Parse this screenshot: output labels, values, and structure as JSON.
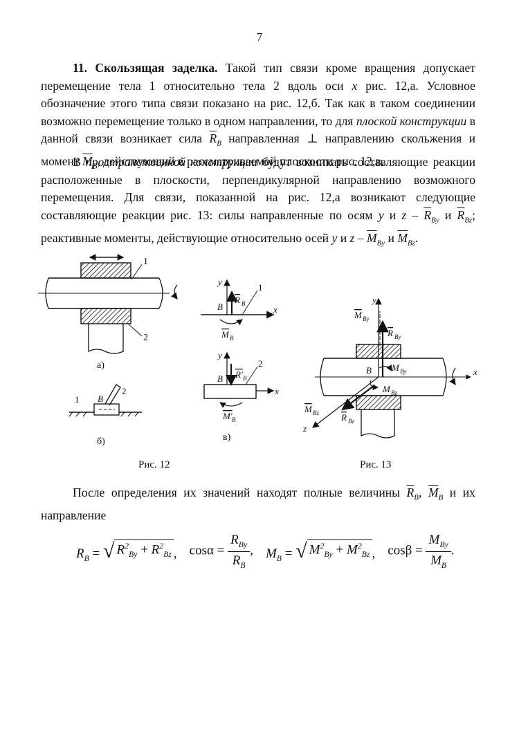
{
  "page": {
    "number": "7"
  },
  "p1": {
    "title": "11. Скользящая заделка.",
    "t1": " Такой тип связи кроме вращения допускает перемещение тела 1 относительно тела 2 вдоль оси ",
    "x": "x",
    "t2": " рис. 12,а. Условное обозначение этого типа связи показано на рис. 12,б. Так как в таком соединении возможно перемещение только в одном направлении, то для ",
    "ital": "плоской конструкции",
    "t3": " в данной связи возникает сила ",
    "RB": "R",
    "RBsub": "B",
    "t4": " направленная ⊥ направлению скольжения и момент ",
    "MB": "M",
    "MBsub": "B",
    "t5": ", действующий в рассматриваемой плоскости рис. 12,в."
  },
  "p2": {
    "t1": "В ",
    "ital": "пространственной конструкции",
    "t2": " будут возникать составляющие реакции расположенные в плоскости, перпендикулярной направлению возможного перемещения. Для связи, показанной на рис. 12,а возникают следующие составляющие реакции рис. 13: силы направленные по осям ",
    "y": "y",
    "and1": " и ",
    "z": "z",
    "dash1": " – ",
    "RBy": "R",
    "RBysub": "By",
    "and2": " и ",
    "RBz": "R",
    "RBzsub": "Bz",
    "t3": "; реактивные моменты, действующие относительно осей ",
    "y2": "y",
    "and3": " и ",
    "z2": "z",
    "dash2": " – ",
    "MBy": "M",
    "MBysub": "By",
    "and4": " и ",
    "MBz": "M",
    "MBzsub": "Bz",
    "end": "."
  },
  "figures": {
    "fig12": {
      "caption": "Рис. 12",
      "label_a": "а)",
      "label_b": "б)",
      "label_v": "в)",
      "num1": "1",
      "num2": "2",
      "y": "y",
      "x": "x",
      "B": "B",
      "R": "R",
      "Rsub": "B",
      "M": "M",
      "Msub": "B",
      "Rp": "R′",
      "Mp": "M′"
    },
    "fig13": {
      "caption": "Рис. 13",
      "y": "y",
      "x": "x",
      "z": "z",
      "B": "B",
      "M": "M",
      "R": "R",
      "sub_By": "By",
      "sub_Bz": "Bz"
    }
  },
  "p3": {
    "t1": "После определения их значений находят полные величины ",
    "RB": "R",
    "RBsub": "B",
    "comma": ", ",
    "MB": "M",
    "MBsub": "B",
    "t2": " и их направление"
  },
  "formula": {
    "R": "R",
    "M": "M",
    "sub_B": "B",
    "sub_By": "By",
    "sub_Bz": "Bz",
    "sq": "2",
    "eq": " = ",
    "plus": " + ",
    "comma": ",",
    "cos": "cos",
    "alpha": "α",
    "beta": "β",
    "dot": "."
  }
}
